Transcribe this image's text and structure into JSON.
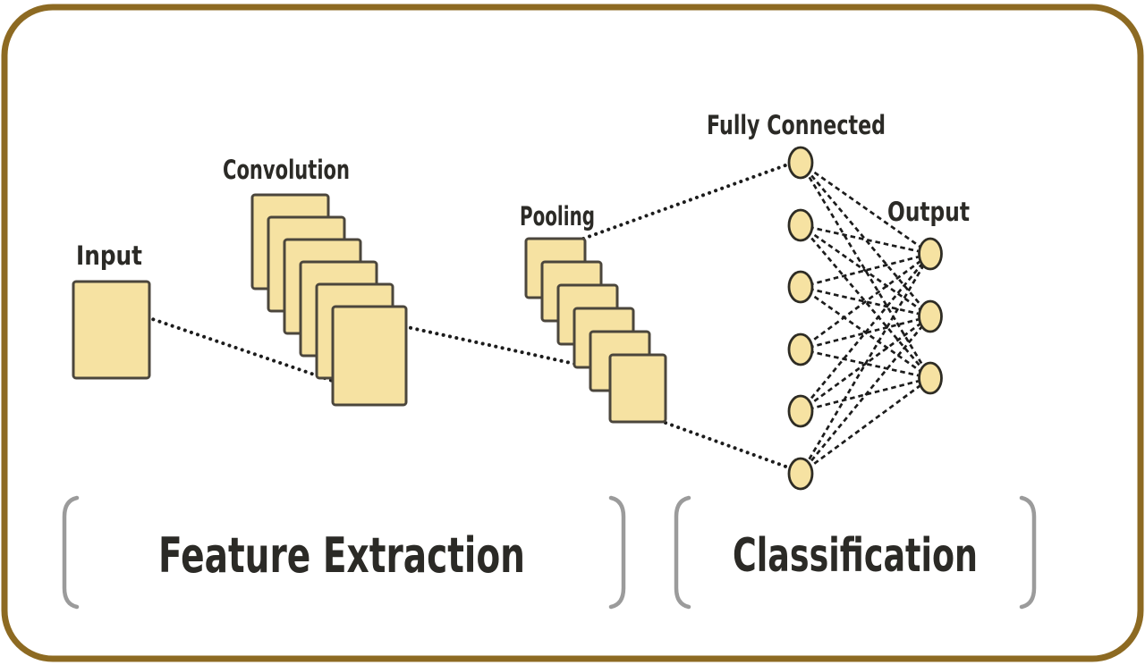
{
  "diagram": {
    "layers": [
      {
        "id": "input",
        "label": "Input",
        "shape": "square",
        "count": 1
      },
      {
        "id": "convolution",
        "label": "Convolution",
        "shape": "stacked-squares",
        "count": 6
      },
      {
        "id": "pooling",
        "label": "Pooling",
        "shape": "stacked-squares",
        "count": 6
      },
      {
        "id": "fully_connected",
        "label": "Fully Connected",
        "shape": "circle-nodes",
        "count": 6
      },
      {
        "id": "output",
        "label": "Output",
        "shape": "circle-nodes",
        "count": 3
      }
    ],
    "connections": [
      {
        "from": "input",
        "to": "convolution",
        "style": "dotted"
      },
      {
        "from": "convolution",
        "to": "pooling",
        "style": "dotted"
      },
      {
        "from": "pooling",
        "to": "fully_connected",
        "style": "dotted"
      },
      {
        "from": "fully_connected",
        "to": "output",
        "style": "dense-dashed-mesh"
      }
    ],
    "sections": [
      {
        "label": "Feature Extraction"
      },
      {
        "label": "Classification"
      }
    ],
    "colors": {
      "frame": "#8d6a22",
      "shape_fill": "#f6e2a2",
      "shape_stroke": "#4b463c",
      "line": "#1c1c1c",
      "bracket": "#9b9b9b",
      "text": "#2b2a26"
    }
  }
}
